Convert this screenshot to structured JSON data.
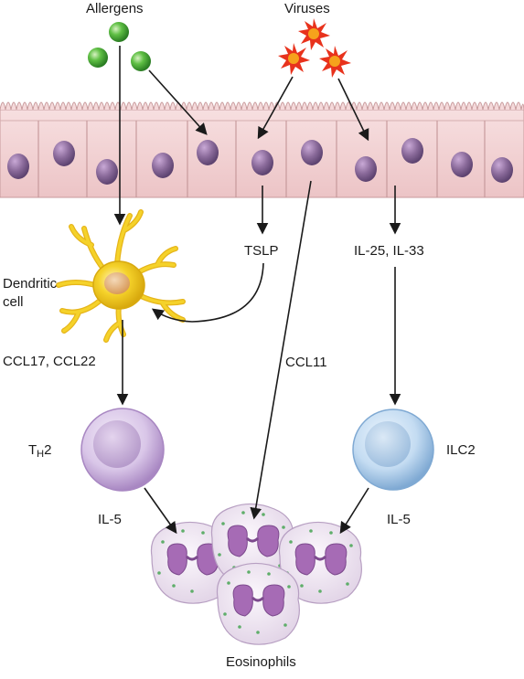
{
  "labels": {
    "allergens": "Allergens",
    "viruses": "Viruses",
    "dendritic_line1": "Dendritic",
    "dendritic_line2": "cell",
    "tslp": "TSLP",
    "il25_il33": "IL-25, IL-33",
    "ccl17_ccl22": "CCL17, CCL22",
    "ccl11": "CCL11",
    "th2_main": "T",
    "th2_sub": "H",
    "th2_tail": "2",
    "ilc2": "ILC2",
    "il5_left": "IL-5",
    "il5_right": "IL-5",
    "eosinophils": "Eosinophils"
  },
  "colors": {
    "epithelium": "#f2d3d4",
    "epithelium_border": "#c79a9c",
    "nucleus": "#8a6a9a",
    "allergen": "#4fae3a",
    "virus": "#e8321c",
    "dendritic": "#f5d22a",
    "th2": "#d9c6e8",
    "ilc2": "#c4dcf2",
    "eosinophil_nucleus": "#a66bb5",
    "arrow": "#1a1a1a"
  },
  "icons": [
    "allergen-particle-icon",
    "virus-particle-icon",
    "dendritic-cell-icon",
    "th2-cell-icon",
    "ilc2-cell-icon",
    "eosinophil-icon"
  ]
}
